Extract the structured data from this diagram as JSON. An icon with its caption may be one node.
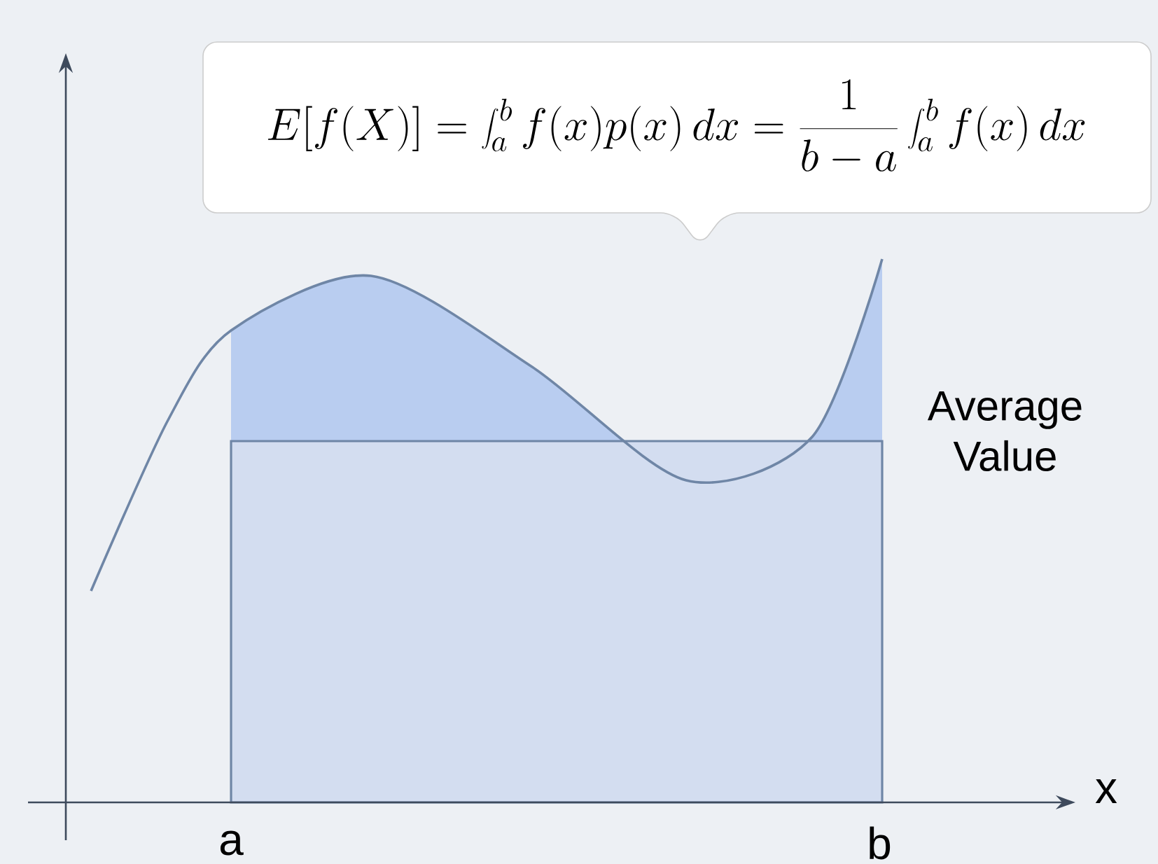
{
  "diagram": {
    "nodes": [
      {
        "text": [
          "E[f(X)] = \\int_a^b f(x)p(x)\\,dx = \\frac{1}{b - a}\\int_a^b f(x)\\,dx"
        ]
      }
    ],
    "labels": [
      "Average Value",
      "a",
      "b",
      "x"
    ]
  }
}
